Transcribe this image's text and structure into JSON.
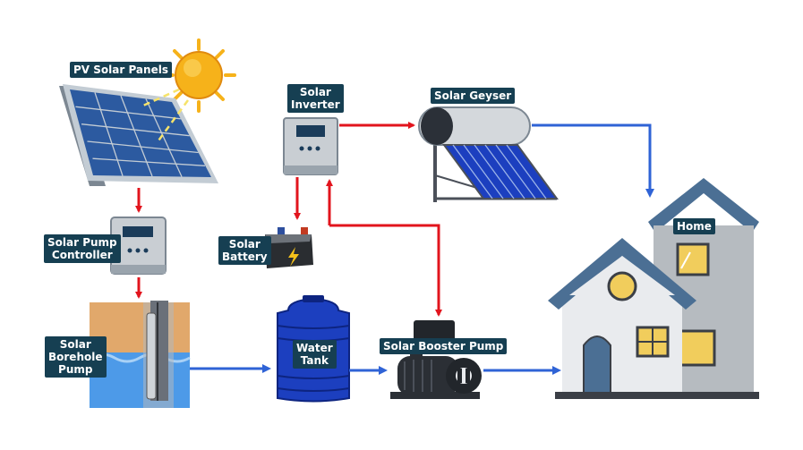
{
  "labels": {
    "pv_panels": "PV Solar Panels",
    "inverter": "Solar\nInverter",
    "geyser": "Solar Geyser",
    "pump_controller": "Solar Pump\nController",
    "battery": "Solar\nBattery",
    "home": "Home",
    "borehole_pump": "Solar\nBorehole\nPump",
    "water_tank": "Water\nTank",
    "booster_pump": "Solar Booster Pump"
  },
  "colors": {
    "electric_flow": "#e2141d",
    "water_flow": "#2f63d6",
    "label_bg": "#163f52",
    "panel_blue": "#2c5aa0",
    "tank_blue": "#1c3fbf",
    "sun": "#f6b21a",
    "device_grey": "#c9ced3"
  }
}
